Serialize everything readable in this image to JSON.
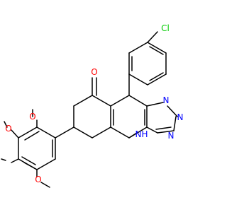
{
  "atoms": {
    "cl": "Cl",
    "o_ketone": "O",
    "n1": "N",
    "n2": "N",
    "n3": "N",
    "nh": "N",
    "h": "H",
    "o_methoxy_top": "O",
    "o_methoxy_mid": "O",
    "o_methoxy_bot": "O"
  },
  "colors": {
    "bond": "#000000",
    "nitrogen": "#0000ff",
    "oxygen": "#ff0000",
    "chlorine": "#00cc00"
  }
}
